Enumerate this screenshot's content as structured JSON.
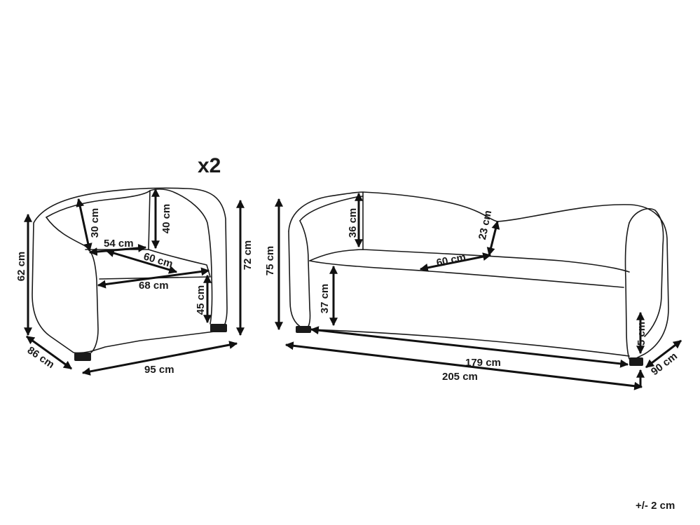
{
  "quantity": "x2",
  "tolerance": "+/- 2 cm",
  "armchair": {
    "back_inner_depth": "30 cm",
    "back_height": "40 cm",
    "seat_inner_width_back": "54 cm",
    "seat_depth": "60 cm",
    "seat_inner_width": "68 cm",
    "seat_height": "45 cm",
    "arm_height": "62 cm",
    "total_height": "72 cm",
    "depth": "86 cm",
    "width": "95 cm"
  },
  "sofa": {
    "total_height": "75 cm",
    "back_left_height": "36 cm",
    "back_dip_height": "23 cm",
    "seat_depth": "60 cm",
    "seat_height": "37 cm",
    "leg_height": "5 cm",
    "seat_width": "179 cm",
    "width": "205 cm",
    "depth": "90 cm"
  }
}
